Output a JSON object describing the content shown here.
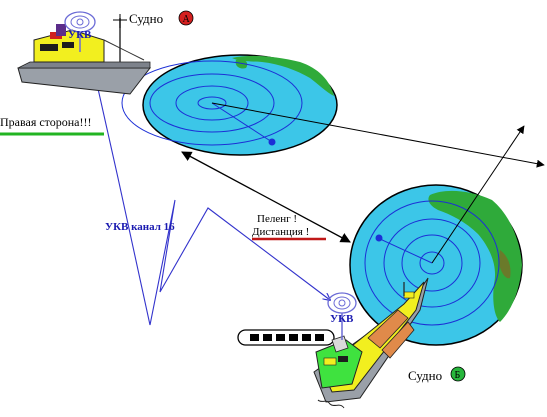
{
  "labels": {
    "ship_a": "Судно",
    "ship_a_badge": "А",
    "ship_b": "Судно",
    "ship_b_badge": "Б",
    "starboard": "Правая  сторона!!!",
    "radio_channel": "УКВ канал  16",
    "ukv_a": "УКВ",
    "ukv_b": "УКВ",
    "bearing": "Пеленг !",
    "distance": "Дистанция !"
  },
  "colors": {
    "sea": "#3cc6e8",
    "land": "#2faa3a",
    "land_dark": "#6a7a2a",
    "ring": "#1c2fd6",
    "badge_a": "#d42020",
    "badge_b": "#27b63c",
    "starboard_line": "#22b422",
    "distance_line": "#c01818",
    "radio_line": "#3333cc"
  }
}
